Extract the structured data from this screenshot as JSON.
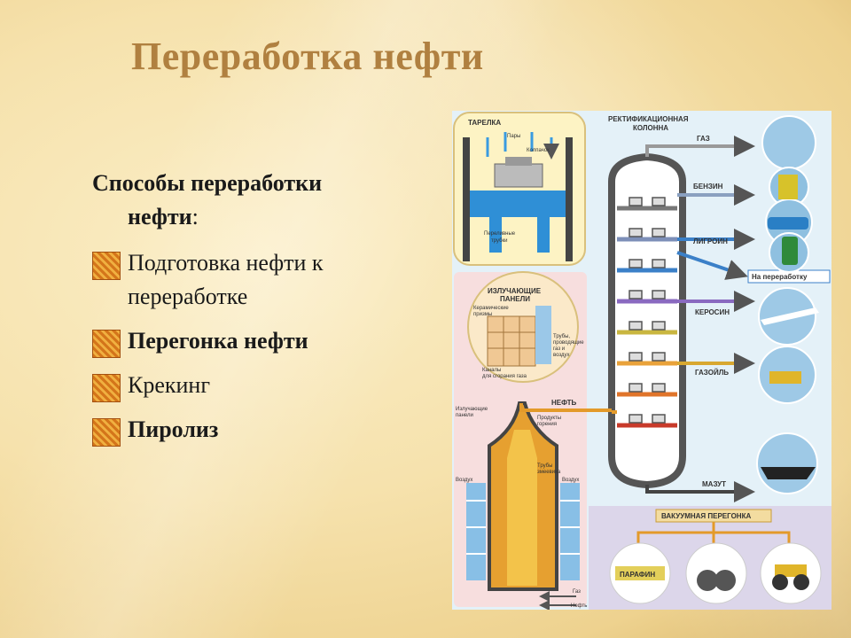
{
  "title": "Переработка нефти",
  "heading_line1": "Способы переработки",
  "heading_line2": "нефти",
  "heading_colon": ":",
  "bullets": [
    {
      "text": "Подготовка нефти к переработке",
      "bold": false
    },
    {
      "text": "Перегонка нефти",
      "bold": true
    },
    {
      "text": "Крекинг",
      "bold": false
    },
    {
      "text": "Пиролиз",
      "bold": true
    }
  ],
  "figure": {
    "tray_title": "ТАРЕЛКА",
    "vapors": "Пары",
    "cap": "Колпачок",
    "overflow_1": "Переливные",
    "overflow_2": "трубки",
    "column_1": "РЕКТИФИКАЦИОННАЯ",
    "column_2": "КОЛОННА",
    "gas": "ГАЗ",
    "gasoline": "БЕНЗИН",
    "ligroin": "ЛИГРОИН",
    "to_processing": "На переработку",
    "kerosene": "КЕРОСИН",
    "gasoil": "ГАЗОЙЛЬ",
    "mazut": "МАЗУТ",
    "oil": "НЕФТЬ",
    "panels_1": "ИЗЛУЧАЮЩИЕ",
    "panels_2": "ПАНЕЛИ",
    "ceramic_1": "Керамические",
    "ceramic_2": "призмы",
    "pipes_1": "Трубы,",
    "pipes_2": "проводящие",
    "pipes_3": "газ и",
    "pipes_4": "воздух",
    "channels_1": "Каналы",
    "channels_2": "для сгорания газа",
    "radiating_1": "Излучающие",
    "radiating_2": "панели",
    "products_1": "Продукты",
    "products_2": "горения",
    "coil_1": "Трубы",
    "coil_2": "змеевика",
    "air_left": "Воздух",
    "air_right": "Воздух",
    "gas_in": "Газ",
    "oil_in": "Нефть",
    "vacuum": "ВАКУУМНАЯ ПЕРЕГОНКА",
    "paraffin": "ПАРАФИН"
  }
}
